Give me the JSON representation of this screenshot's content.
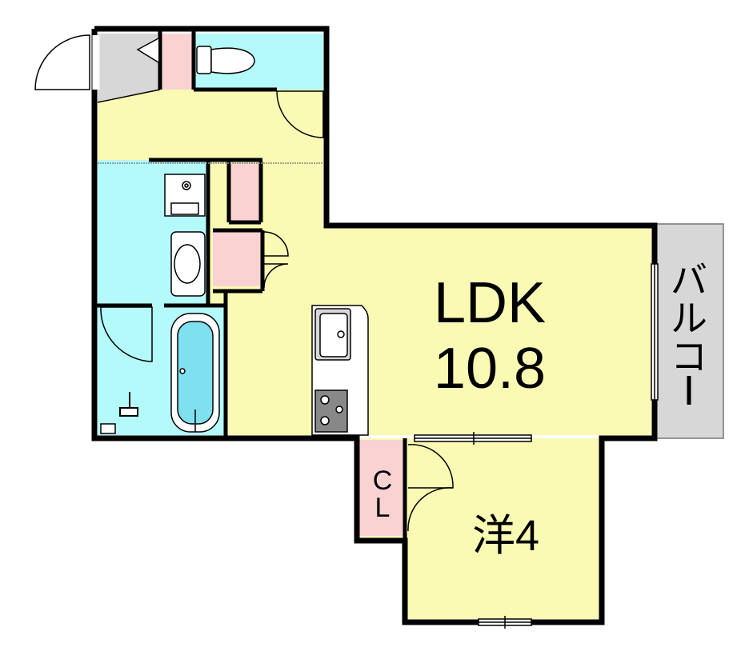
{
  "rooms": {
    "ldk": {
      "name": "LDK",
      "size": "10.8"
    },
    "western": {
      "name": "洋4"
    },
    "closet": {
      "line1": "C",
      "line2": "L"
    },
    "balcony": {
      "chars": [
        "バ",
        "ル",
        "コ",
        "ー"
      ]
    }
  },
  "colors": {
    "living": "#fafab4",
    "wet": "#b4fafa",
    "storage": "#fad2d2",
    "balcony": "#d7d7d7",
    "wall": "#000000"
  }
}
